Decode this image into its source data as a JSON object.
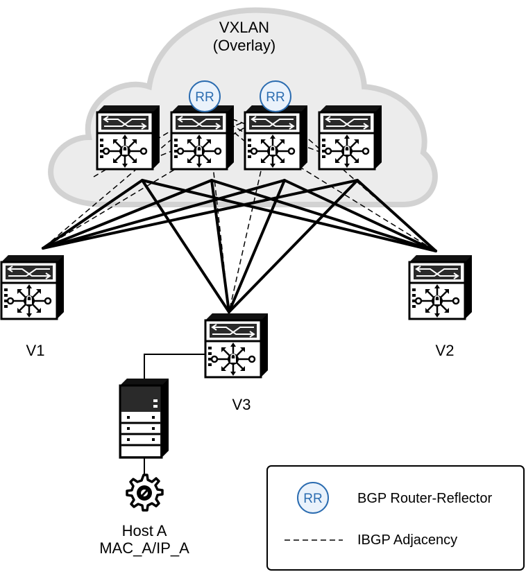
{
  "cloud": {
    "title": "VXLAN",
    "subtitle": "(Overlay)"
  },
  "rr_badge_text": "RR",
  "leaves": {
    "v1": "V1",
    "v2": "V2",
    "v3": "V3"
  },
  "host": {
    "name": "Host A",
    "address": "MAC_A/IP_A"
  },
  "legend": {
    "rr_label": "BGP Router-Reflector",
    "ibgp_label": "IBGP Adjacency"
  },
  "colors": {
    "cloud_fill": "#ececec",
    "cloud_stroke": "#d2d2d2",
    "rr_accent": "#2b6cb0",
    "rr_fill": "#eaf2fb",
    "line": "#000000"
  }
}
